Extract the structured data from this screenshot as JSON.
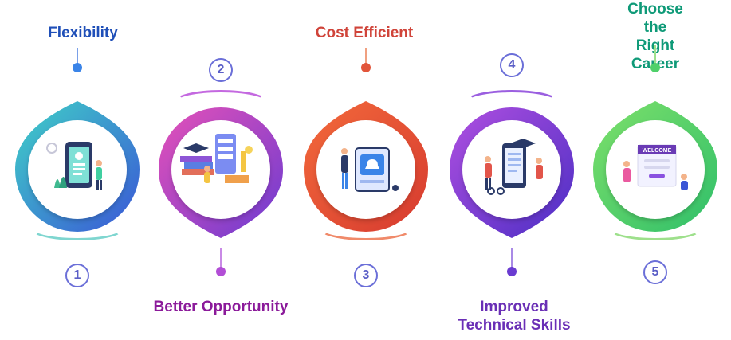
{
  "steps": [
    {
      "number": "1",
      "title": "Flexibility",
      "color": "#1f4fb8",
      "icon": "tablet-profile-icon"
    },
    {
      "number": "2",
      "title": "Better Opportunity",
      "color": "#8b1a9a",
      "icon": "learning-books-icon"
    },
    {
      "number": "3",
      "title": "Cost Efficient",
      "color": "#d0443a",
      "icon": "notification-screen-icon"
    },
    {
      "number": "4",
      "title": "Improved\nTechnical Skills",
      "color": "#6a2fb6",
      "icon": "graduation-tablet-icon"
    },
    {
      "number": "5",
      "title": "Choose the\nRight Career",
      "color": "#0f9a78",
      "icon": "welcome-board-icon"
    }
  ],
  "welcome_sign": "WELCOME"
}
